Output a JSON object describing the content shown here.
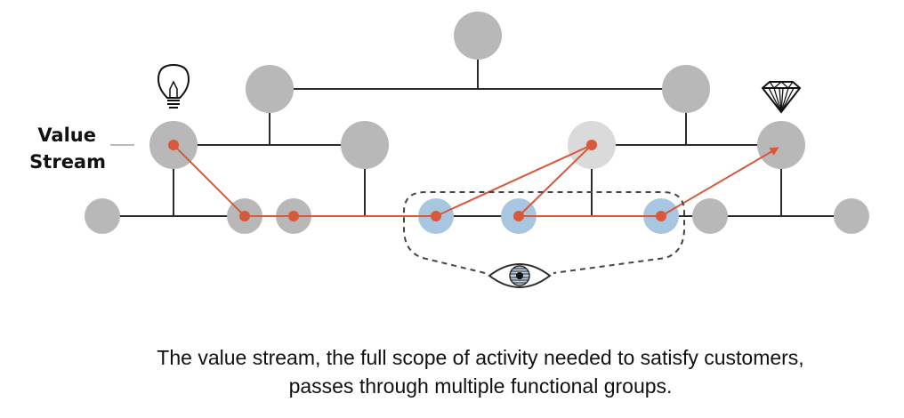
{
  "labels": {
    "value_stream_line1": "Value",
    "value_stream_line2": "Stream"
  },
  "caption": {
    "line1": "The value stream, the full scope of activity needed to satisfy customers,",
    "line2": "passes through multiple functional groups."
  },
  "icons": {
    "idea": "lightbulb-icon",
    "value": "diamond-icon",
    "observer": "eye-icon"
  },
  "colors": {
    "node_gray": "#b8b8b8",
    "node_light_gray": "#dadada",
    "node_blue": "#a9c6e0",
    "stream_red": "#d9583a",
    "line_dark": "#2b2b2b"
  }
}
